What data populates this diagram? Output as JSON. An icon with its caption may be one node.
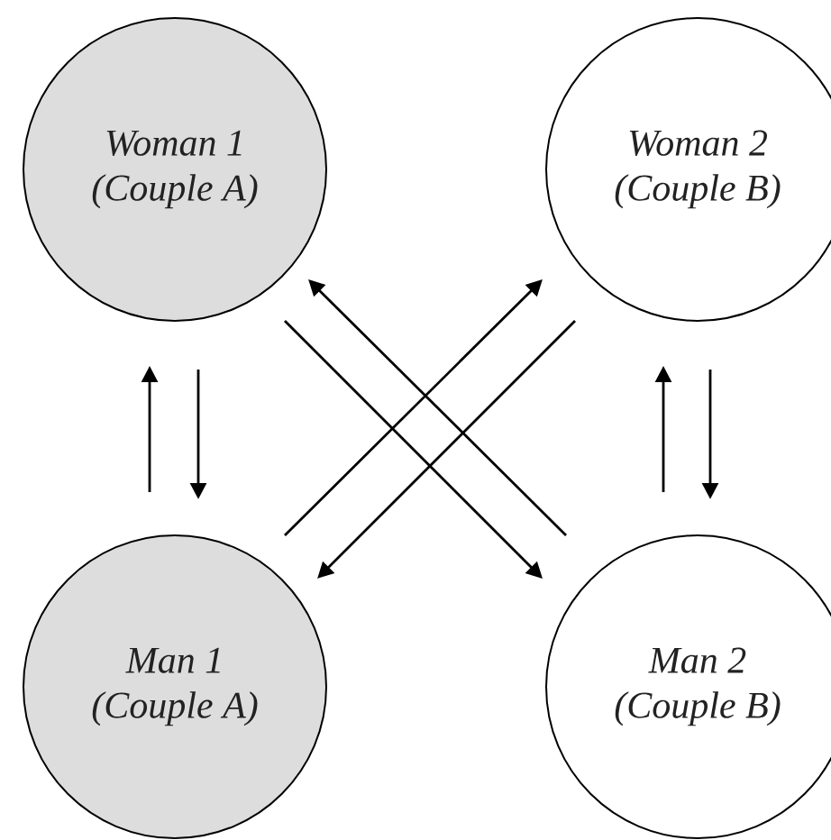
{
  "diagram": {
    "nodes": [
      {
        "text": [
          "Woman 1",
          "(Couple A)"
        ]
      },
      {
        "text": [
          "Woman 2",
          "(Couple B)"
        ]
      },
      {
        "text": [
          "Man 1",
          "(Couple A)"
        ]
      },
      {
        "text": [
          "Man 2",
          "(Couple B)"
        ]
      }
    ],
    "edges": [
      {
        "from": 2,
        "to": 0,
        "arrow": "to"
      },
      {
        "from": 0,
        "to": 2,
        "arrow": "to"
      },
      {
        "from": 3,
        "to": 1,
        "arrow": "to"
      },
      {
        "from": 1,
        "to": 3,
        "arrow": "to"
      },
      {
        "from": 0,
        "to": 3,
        "arrow": "to"
      },
      {
        "from": 3,
        "to": 0,
        "arrow": "to"
      },
      {
        "from": 2,
        "to": 1,
        "arrow": "to"
      },
      {
        "from": 1,
        "to": 2,
        "arrow": "to"
      }
    ]
  }
}
